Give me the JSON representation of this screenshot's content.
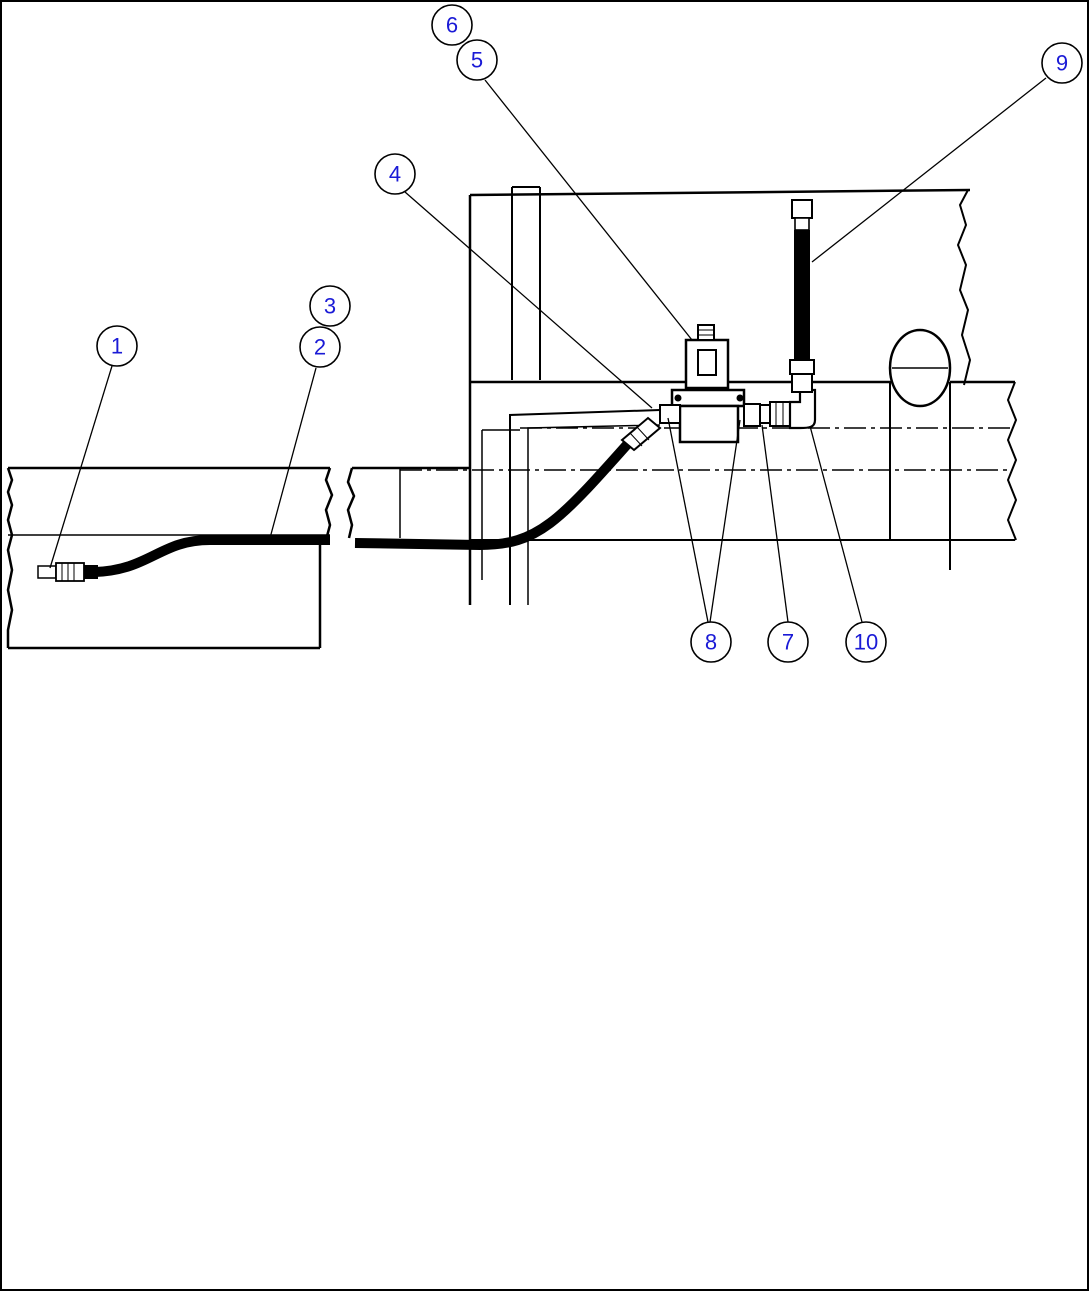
{
  "callouts": [
    {
      "id": "c1",
      "label": "1"
    },
    {
      "id": "c2",
      "label": "2"
    },
    {
      "id": "c3",
      "label": "3"
    },
    {
      "id": "c4",
      "label": "4"
    },
    {
      "id": "c5",
      "label": "5"
    },
    {
      "id": "c6",
      "label": "6"
    },
    {
      "id": "c7",
      "label": "7"
    },
    {
      "id": "c8",
      "label": "8"
    },
    {
      "id": "c9",
      "label": "9"
    },
    {
      "id": "c10",
      "label": "10"
    }
  ],
  "colors": {
    "callout_text": "#1a1ad6",
    "line": "#000000",
    "background": "#ffffff"
  }
}
